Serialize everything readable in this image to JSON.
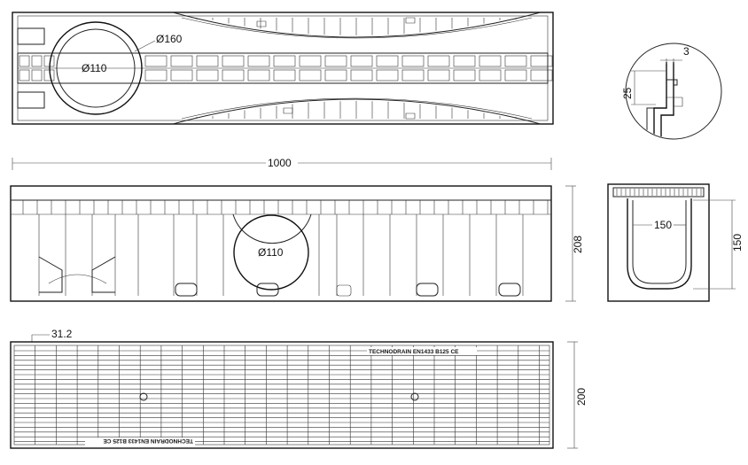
{
  "dimensions": {
    "outer_diameter": "Ø160",
    "inner_diameter_top": "Ø110",
    "inner_diameter_side": "Ø110",
    "length": "1000",
    "height": "208",
    "width": "200",
    "grate_offset": "31.2",
    "detail_thickness": "3",
    "detail_depth": "25",
    "inner_width": "150",
    "inner_height": "150"
  },
  "grate_markings": {
    "top": "TECHNODRAIN  EN1433 B125 CE",
    "bottom": "TECHNODRAIN  EN1433 B125 CE"
  }
}
